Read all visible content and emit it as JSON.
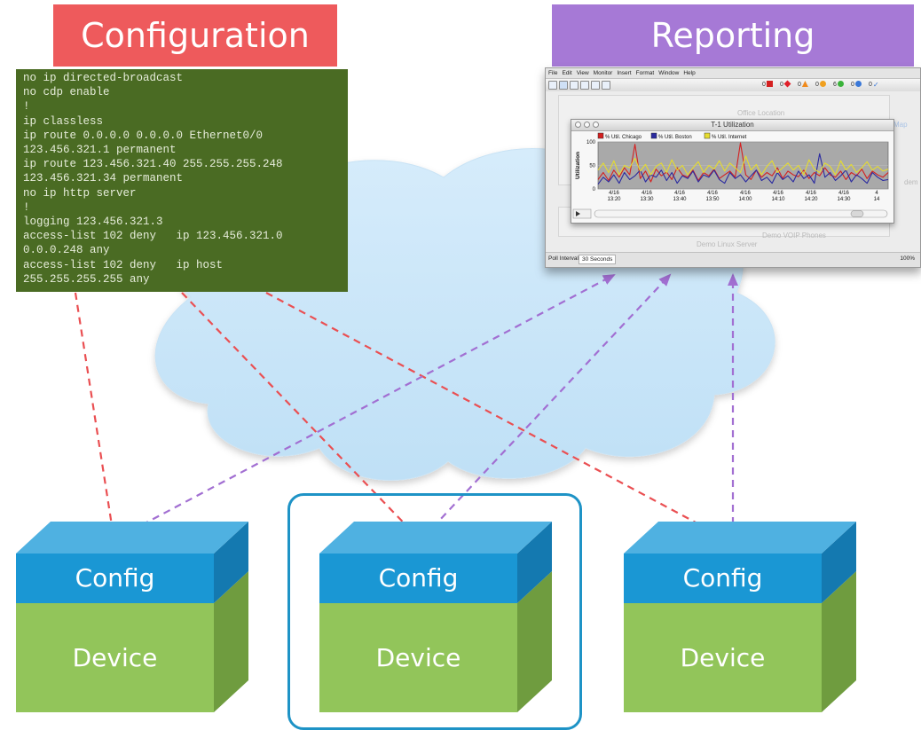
{
  "banners": {
    "configuration": "Configuration",
    "reporting": "Reporting"
  },
  "config_code": "no ip directed-broadcast\nno cdp enable\n!\nip classless\nip route 0.0.0.0 0.0.0.0 Ethernet0/0\n123.456.321.1 permanent\nip route 123.456.321.40 255.255.255.248\n123.456.321.34 permanent\nno ip http server\n!\nlogging 123.456.321.3\naccess-list 102 deny   ip 123.456.321.0\n0.0.0.248 any\naccess-list 102 deny   ip host\n255.255.255.255 any",
  "devices": [
    {
      "top_label": "Config",
      "bottom_label": "Device",
      "highlighted": false
    },
    {
      "top_label": "Config",
      "bottom_label": "Device",
      "highlighted": true
    },
    {
      "top_label": "Config",
      "bottom_label": "Device",
      "highlighted": false
    }
  ],
  "report_window": {
    "menu": [
      "File",
      "Edit",
      "View",
      "Monitor",
      "Insert",
      "Format",
      "Window",
      "Help"
    ],
    "status_counts": [
      "0",
      "0",
      "0",
      "0",
      "6",
      "0",
      "0"
    ],
    "background_labels": {
      "office": "Office Location",
      "map": "Map",
      "voip": "Demo VOIP Phones",
      "linux": "Demo Linux Server",
      "dem": "dem"
    },
    "statusbar": {
      "poll_label": "Poll Interval:",
      "poll_value": "30 Seconds",
      "zoom": "100%"
    }
  },
  "chart_data": {
    "type": "line",
    "title": "T-1 Utilization",
    "ylabel": "Utilization",
    "ylim": [
      0,
      100
    ],
    "yticks": [
      "0",
      "50",
      "100"
    ],
    "xtick_labels": [
      [
        "4/16",
        "13:20"
      ],
      [
        "4/16",
        "13:30"
      ],
      [
        "4/16",
        "13:40"
      ],
      [
        "4/16",
        "13:50"
      ],
      [
        "4/16",
        "14:00"
      ],
      [
        "4/16",
        "14:10"
      ],
      [
        "4/16",
        "14:20"
      ],
      [
        "4/16",
        "14:30"
      ],
      [
        "4",
        "14"
      ]
    ],
    "series": [
      {
        "name": "% Util. Chicago",
        "color": "#d42020",
        "values": [
          20,
          35,
          18,
          40,
          25,
          45,
          30,
          95,
          22,
          38,
          15,
          42,
          28,
          36,
          20,
          45,
          30,
          25,
          40,
          18,
          35,
          28,
          42,
          22,
          30,
          38,
          25,
          98,
          30,
          20,
          40,
          25,
          35,
          28,
          45,
          22,
          38,
          30,
          26,
          40,
          22,
          35,
          28,
          45,
          30,
          25,
          38,
          20,
          35,
          28,
          42,
          22,
          38,
          30,
          25,
          35
        ]
      },
      {
        "name": "% Util. Boston",
        "color": "#2a2aa0",
        "values": [
          10,
          25,
          15,
          30,
          12,
          35,
          20,
          28,
          40,
          15,
          30,
          25,
          40,
          18,
          35,
          12,
          28,
          22,
          38,
          15,
          30,
          25,
          40,
          20,
          12,
          35,
          22,
          30,
          15,
          28,
          40,
          18,
          25,
          12,
          35,
          20,
          28,
          15,
          38,
          22,
          30,
          12,
          75,
          25,
          35,
          18,
          28,
          40,
          15,
          30,
          22,
          12,
          35,
          25,
          18,
          20
        ]
      },
      {
        "name": "% Util. Internet",
        "color": "#e6dc2e",
        "values": [
          40,
          55,
          35,
          60,
          30,
          50,
          45,
          65,
          38,
          52,
          30,
          48,
          55,
          35,
          62,
          40,
          50,
          30,
          45,
          58,
          35,
          50,
          42,
          60,
          38,
          55,
          45,
          35,
          70,
          40,
          52,
          30,
          48,
          60,
          35,
          45,
          55,
          40,
          50,
          30,
          62,
          42,
          35,
          55,
          48,
          30,
          60,
          40,
          52,
          35,
          45,
          58,
          40,
          48,
          38,
          42
        ]
      }
    ]
  }
}
